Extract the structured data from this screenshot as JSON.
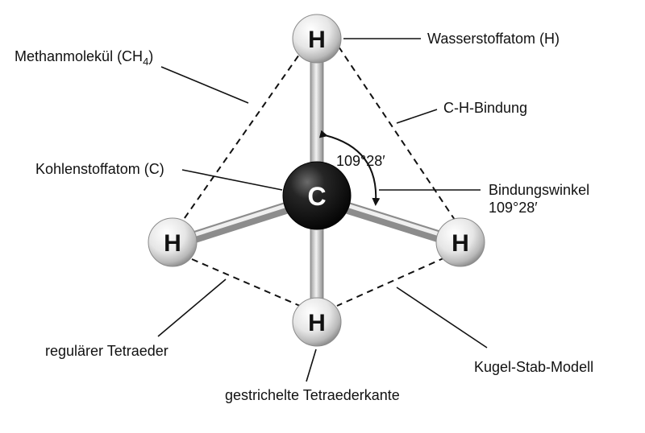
{
  "labels": {
    "molecule_main": "Methanmolekül (CH",
    "molecule_sub": "4",
    "molecule_end": ")",
    "hydrogen_atom": "Wasserstoffatom (H)",
    "ch_bond": "C-H-Bindung",
    "carbon_atom": "Kohlenstoffatom (C)",
    "bond_angle_line1": "Bindungswinkel",
    "bond_angle_line2": "109°28′",
    "angle_value": "109°28′",
    "tetrahedron": "regulärer Tetraeder",
    "dashed_edge": "gestrichelte Tetraederkante",
    "ball_stick": "Kugel-Stab-Modell"
  },
  "atoms": {
    "hydrogen_symbol": "H",
    "carbon_symbol": "C"
  }
}
